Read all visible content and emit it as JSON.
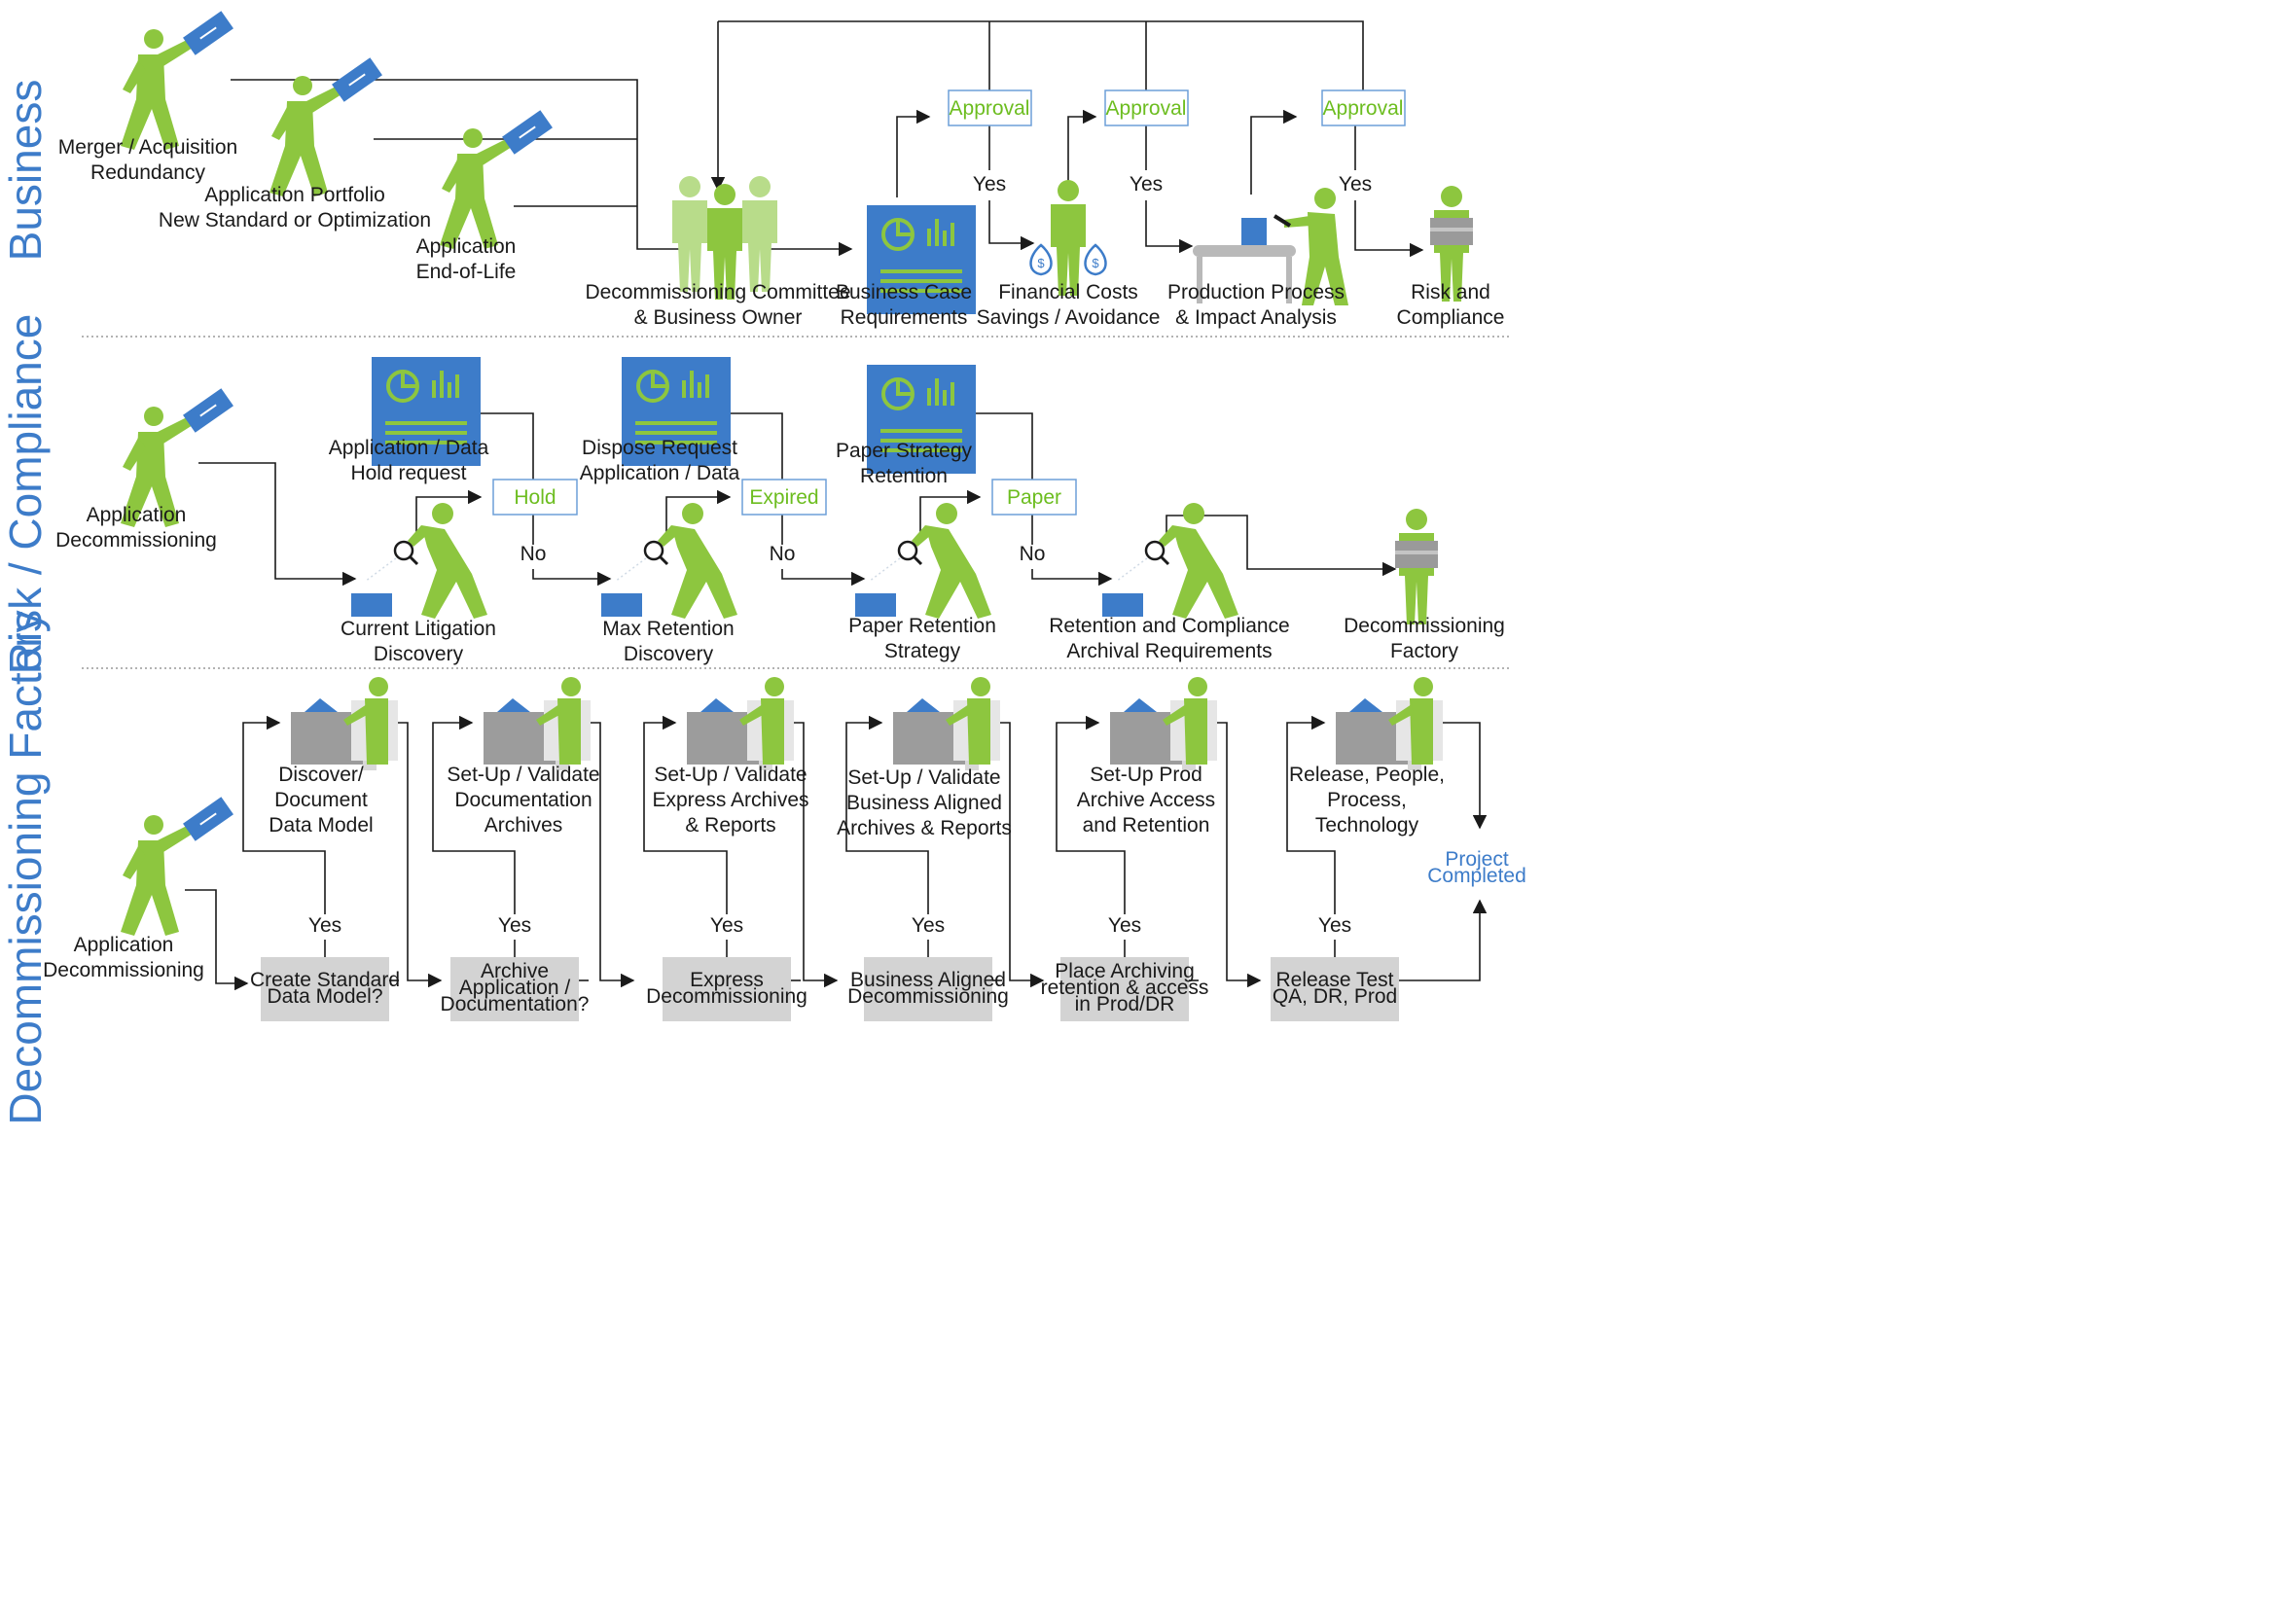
{
  "colors": {
    "green": "#8dc63f",
    "blue": "#3d7cc9",
    "dark": "#1a1a1a",
    "gray": "#d3d3d3"
  },
  "lanes": [
    "Business",
    "Risk / Compliance",
    "Decommissioning Factory"
  ],
  "business": {
    "triggers": [
      [
        "Merger / Acquisition",
        "Redundancy"
      ],
      [
        "Application Portfolio",
        "New Standard or Optimization"
      ],
      [
        "Application",
        "End-of-Life"
      ]
    ],
    "committee": [
      "Decommissioning Committee",
      "& Business Owner"
    ],
    "business_case": [
      "Business Case",
      "Requirements"
    ],
    "financial": [
      "Financial Costs",
      "Savings / Avoidance"
    ],
    "production": [
      "Production Process",
      "& Impact Analysis"
    ],
    "risk": [
      "Risk and",
      "Compliance"
    ],
    "approval": "Approval",
    "yes": "Yes"
  },
  "risk": {
    "trigger": [
      "Application",
      "Decommissioning"
    ],
    "discoveries": [
      [
        "Current Litigation",
        "Discovery"
      ],
      [
        "Max Retention",
        "Discovery"
      ],
      [
        "Paper Retention",
        "Strategy"
      ],
      [
        "Retention and Compliance",
        "Archival Requirements"
      ]
    ],
    "decisions": [
      "Hold",
      "Expired",
      "Paper"
    ],
    "docs": [
      [
        "Application / Data",
        "Hold request"
      ],
      [
        "Dispose Request",
        "Application / Data"
      ],
      [
        "Paper Strategy",
        "Retention"
      ]
    ],
    "factory": [
      "Decommissioning",
      "Factory"
    ],
    "no": "No"
  },
  "factory": {
    "trigger": [
      "Application",
      "Decommissioning"
    ],
    "tasks": [
      [
        "Discover/",
        "Document",
        "Data Model"
      ],
      [
        "Set-Up / Validate",
        "Documentation",
        "Archives"
      ],
      [
        "Set-Up / Validate",
        "Express Archives",
        "& Reports"
      ],
      [
        "Set-Up / Validate",
        "Business Aligned",
        "Archives & Reports"
      ],
      [
        "Set-Up Prod",
        "Archive Access",
        "and Retention"
      ],
      [
        "Release, People,",
        "Process,",
        "Technology"
      ]
    ],
    "questions": [
      [
        "Create Standard",
        "Data Model?"
      ],
      [
        "Archive",
        "Application /",
        "Documentation?"
      ],
      [
        "Express",
        "Decommissioning"
      ],
      [
        "Business Aligned",
        "Decommissioning"
      ],
      [
        "Place Archiving",
        "retention & access",
        "in Prod/DR"
      ],
      [
        "Release Test",
        "QA, DR, Prod"
      ]
    ],
    "yes": "Yes",
    "completed": [
      "Project",
      "Completed"
    ]
  }
}
